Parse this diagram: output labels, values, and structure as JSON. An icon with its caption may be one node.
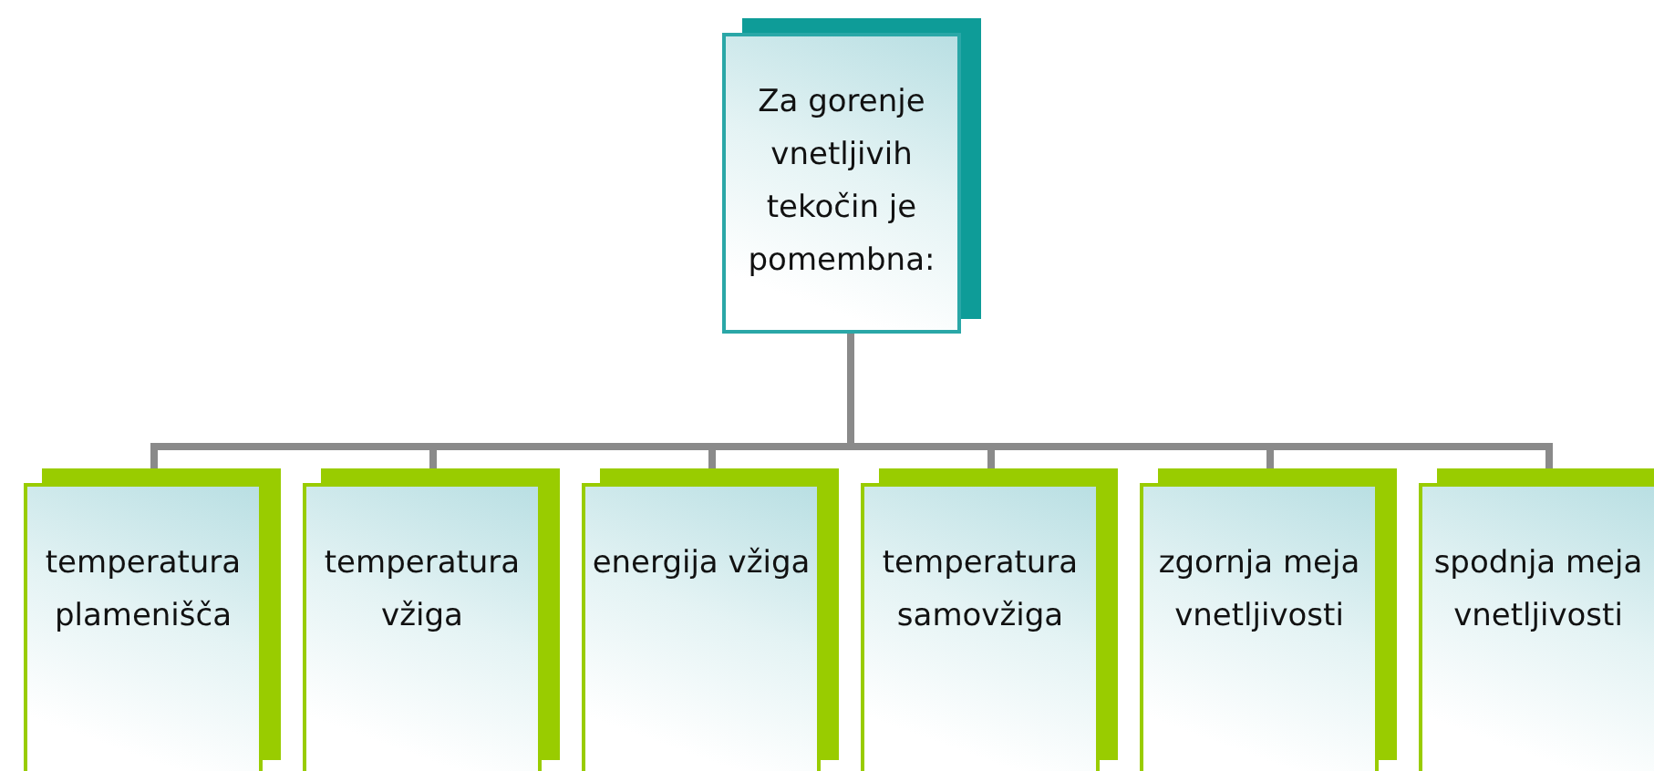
{
  "diagram": {
    "nodes": [
      {
        "text": [
          "Za gorenje vnetljivih tekočin je pomembna:"
        ]
      },
      {
        "text": [
          "temperatura plamenišča"
        ]
      },
      {
        "text": [
          "temperatura vžiga"
        ]
      },
      {
        "text": [
          "energija vžiga"
        ]
      },
      {
        "text": [
          "temperatura samovžiga"
        ]
      },
      {
        "text": [
          "zgornja meja vnetljivosti"
        ]
      },
      {
        "text": [
          "spodnja meja vnetljivosti"
        ]
      }
    ],
    "edges": [
      {
        "from": 0,
        "to": 1,
        "arrow": "none"
      },
      {
        "from": 0,
        "to": 2,
        "arrow": "none"
      },
      {
        "from": 0,
        "to": 3,
        "arrow": "none"
      },
      {
        "from": 0,
        "to": 4,
        "arrow": "none"
      },
      {
        "from": 0,
        "to": 5,
        "arrow": "none"
      },
      {
        "from": 0,
        "to": 6,
        "arrow": "none"
      }
    ]
  }
}
